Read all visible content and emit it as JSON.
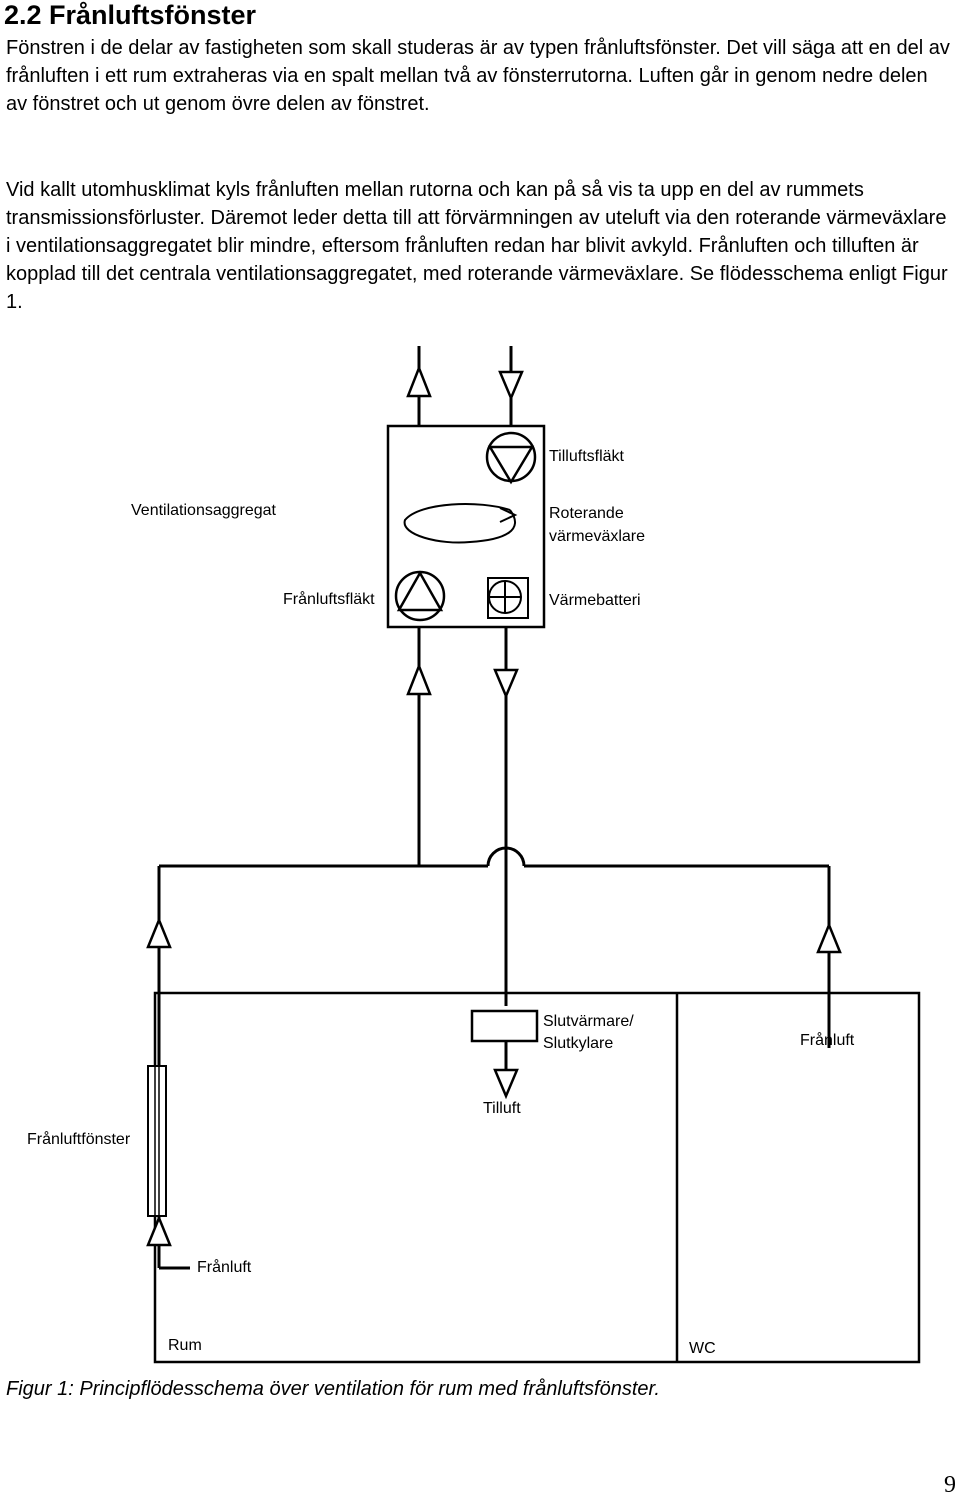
{
  "heading": "2.2 Frånluftsfönster",
  "paragraphs": [
    "Fönstren i de delar av fastigheten som skall studeras är av typen frånluftsfönster. Det vill säga att en del av frånluften i ett rum extraheras via en spalt mellan två av fönsterrutorna. Luften går in genom nedre delen av fönstret och ut genom övre delen av fönstret.",
    "Vid kallt utomhusklimat kyls frånluften mellan rutorna och kan på så vis ta upp en del av rummets transmissionsförluster. Däremot leder detta till att förvärmningen av uteluft via den roterande värmeväxlare i ventilationsaggregatet blir mindre, eftersom frånluften redan har blivit avkyld. Frånluften och tilluften är kopplad till det centrala ventilationsaggregatet, med roterande värmeväxlare. Se flödesschema enligt Figur 1."
  ],
  "figure": {
    "labels": {
      "unit": "Ventilationsaggregat",
      "supply_fan": "Tilluftsfläkt",
      "rotary_line1": "Roterande",
      "rotary_line2": "värmeväxlare",
      "exhaust_fan": "Frånluftsfläkt",
      "heating_coil": "Värmebatteri",
      "end_heater_line1": "Slutvärmare/",
      "end_heater_line2": "Slutkylare",
      "supply_air": "Tilluft",
      "exhaust_air_wc": "Frånluft",
      "exhaust_window": "Frånluftfönster",
      "exhaust_air_room": "Frånluft",
      "room": "Rum",
      "wc": "WC"
    }
  },
  "caption": "Figur 1: Principflödesschema över ventilation för rum med frånluftsfönster.",
  "page_number": "9"
}
